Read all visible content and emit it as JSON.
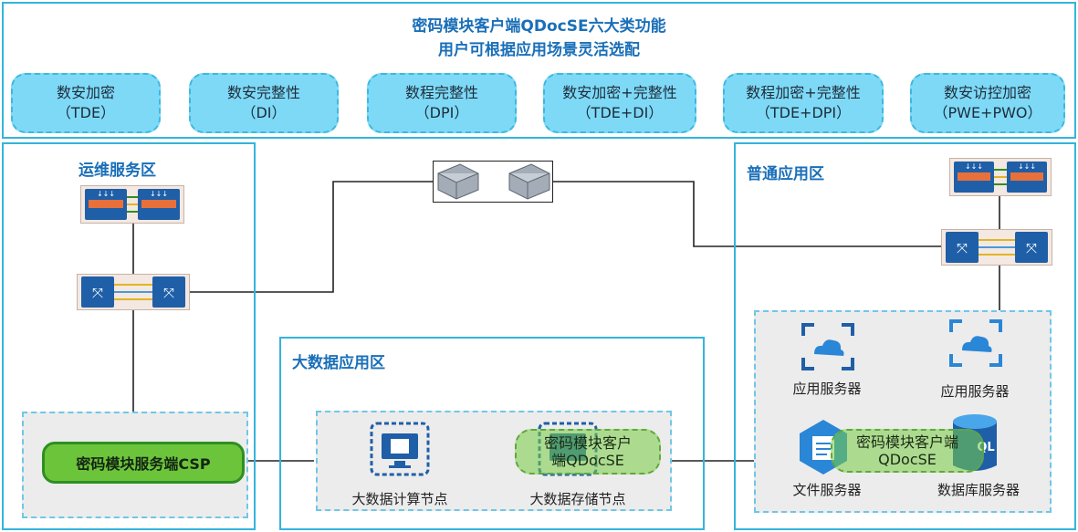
{
  "header": {
    "title_line1": "密码模块客户端QDocSE六大类功能",
    "title_line2": "用户可根据应用场景灵活选配"
  },
  "functions": [
    {
      "name": "数安加密",
      "code": "（TDE）"
    },
    {
      "name": "数安完整性",
      "code": "（DI）"
    },
    {
      "name": "数程完整性",
      "code": "（DPI）"
    },
    {
      "name": "数安加密+完整性",
      "code": "（TDE+DI）"
    },
    {
      "name": "数程加密+完整性",
      "code": "（TDE+DPI）"
    },
    {
      "name": "数安访控加密",
      "code": "（PWE+PWO）"
    }
  ],
  "zones": {
    "ops": {
      "title": "运维服务区",
      "csp_label": "密码模块服务端CSP"
    },
    "bigdata": {
      "title": "大数据应用区",
      "compute_label": "大数据计算节点",
      "storage_label": "大数据存储节点",
      "client_badge_line1": "密码模块客户",
      "client_badge_line2": "端QDocSE"
    },
    "app": {
      "title": "普通应用区",
      "app_server_1": "应用服务器",
      "app_server_2": "应用服务器",
      "file_server": "文件服务器",
      "db_server": "数据库服务器",
      "client_badge_line1": "密码模块客户端",
      "client_badge_line2": "QDocSE"
    }
  },
  "colors": {
    "frame": "#35b4dc",
    "title": "#1a6fb8",
    "pill_fill": "#7ed9f7",
    "device_blue": "#1f5fa8",
    "csp_green": "#6cc43b"
  }
}
